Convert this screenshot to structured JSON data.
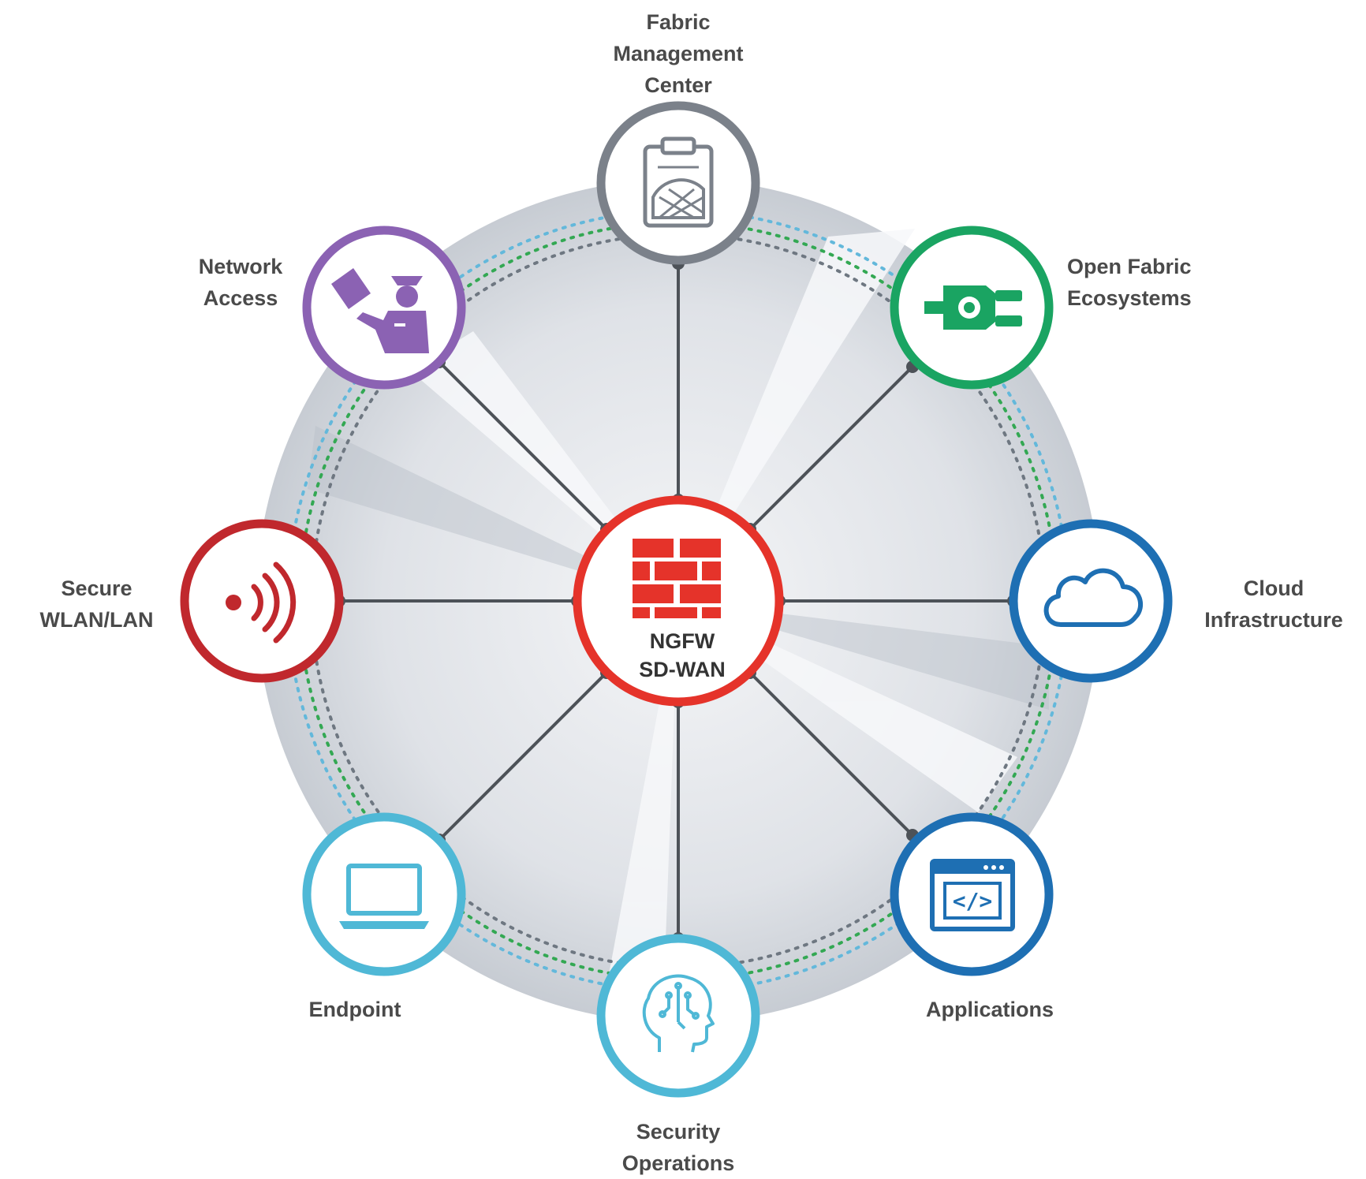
{
  "center": {
    "label": "NGFW\nSD-WAN",
    "icon": "firewall-brick-icon",
    "color": "#e5332a"
  },
  "nodes": [
    {
      "key": "fabric-management-center",
      "label": "Fabric\nManagement\nCenter",
      "icon": "clipboard-globe-icon",
      "color": "#7b818a"
    },
    {
      "key": "open-fabric-ecosystems",
      "label": "Open Fabric\nEcosystems",
      "icon": "plug-gear-icon",
      "color": "#1aa462"
    },
    {
      "key": "cloud-infrastructure",
      "label": "Cloud\nInfrastructure",
      "icon": "cloud-icon",
      "color": "#1e6fb3"
    },
    {
      "key": "applications",
      "label": "Applications",
      "icon": "code-window-icon",
      "color": "#1e6fb3"
    },
    {
      "key": "security-operations",
      "label": "Security\nOperations",
      "icon": "brain-circuit-icon",
      "color": "#4fb8d6"
    },
    {
      "key": "endpoint",
      "label": "Endpoint",
      "icon": "laptop-icon",
      "color": "#4fb8d6"
    },
    {
      "key": "secure-wlan-lan",
      "label": "Secure\nWLAN/LAN",
      "icon": "wireless-signal-icon",
      "color": "#c0282d"
    },
    {
      "key": "network-access",
      "label": "Network\nAccess",
      "icon": "officer-badge-icon",
      "color": "#8b62b3"
    }
  ],
  "rings": {
    "dotted_colors": [
      "#63b8db",
      "#33a853",
      "#6e7781"
    ]
  }
}
